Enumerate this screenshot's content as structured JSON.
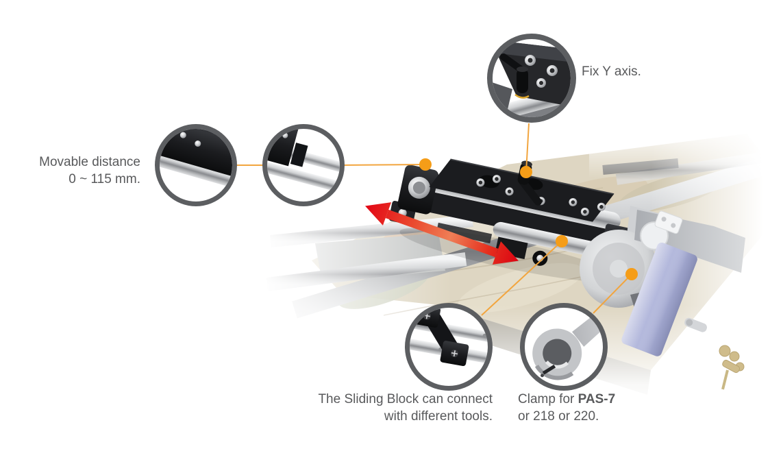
{
  "page": {
    "background": "#FFFFFF"
  },
  "colors": {
    "accent_orange": "#F59D18",
    "connector": "#F2A53E",
    "circle_border": "#5C5E61",
    "text": "#58595B",
    "arrow_red": "#E30B17",
    "handle": "#B3B8DC"
  },
  "callouts": {
    "fix_y": {
      "label": "Fix Y axis."
    },
    "movable_distance": {
      "line1": "Movable distance",
      "line2": "0 ~ 115 mm."
    },
    "sliding_block": {
      "line1": "The Sliding Block can connect",
      "line2": "with different tools."
    },
    "clamp": {
      "line1_prefix": "Clamp for ",
      "line1_model": "PAS-7",
      "line2": "or 218 or 220."
    }
  }
}
